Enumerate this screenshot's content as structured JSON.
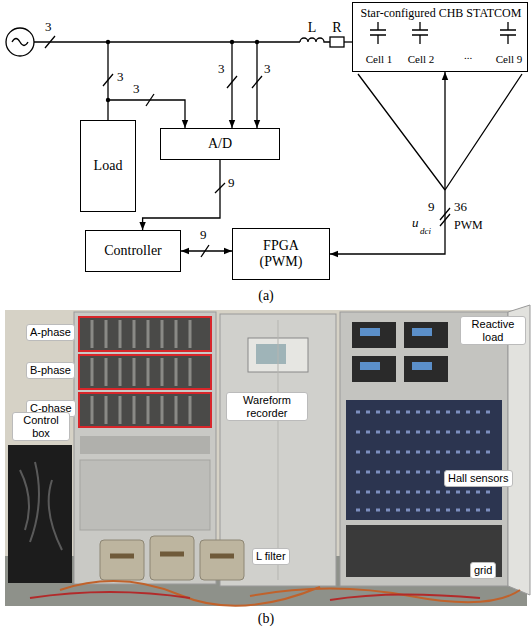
{
  "diagram": {
    "nodes": [
      {
        "text": [
          "Star-configured CHB STATCOM",
          "Cell 1",
          "Cell 2",
          "...",
          "Cell 9"
        ]
      },
      {
        "text": [
          "Load"
        ]
      },
      {
        "text": [
          "A/D"
        ]
      },
      {
        "text": [
          "Controller"
        ]
      },
      {
        "text": [
          "FPGA (PWM)"
        ]
      }
    ],
    "edges": [
      {
        "from": 2,
        "to": 3,
        "arrow": "to",
        "label": "9"
      },
      {
        "from": 3,
        "to": 4,
        "arrow": "both",
        "label": "9"
      },
      {
        "from": 4,
        "to": 0,
        "arrow": "both"
      }
    ],
    "labels": [
      "3",
      "3",
      "3",
      "3",
      "3",
      "L",
      "R",
      "9",
      "36",
      "u",
      "dci",
      "PWM",
      "(a)",
      "A-phase",
      "B-phase",
      "C-phase",
      "Control box",
      "Wareform recorder",
      "Reactive load",
      "Hall sensors",
      "L filter",
      "grid",
      "(b)"
    ]
  }
}
